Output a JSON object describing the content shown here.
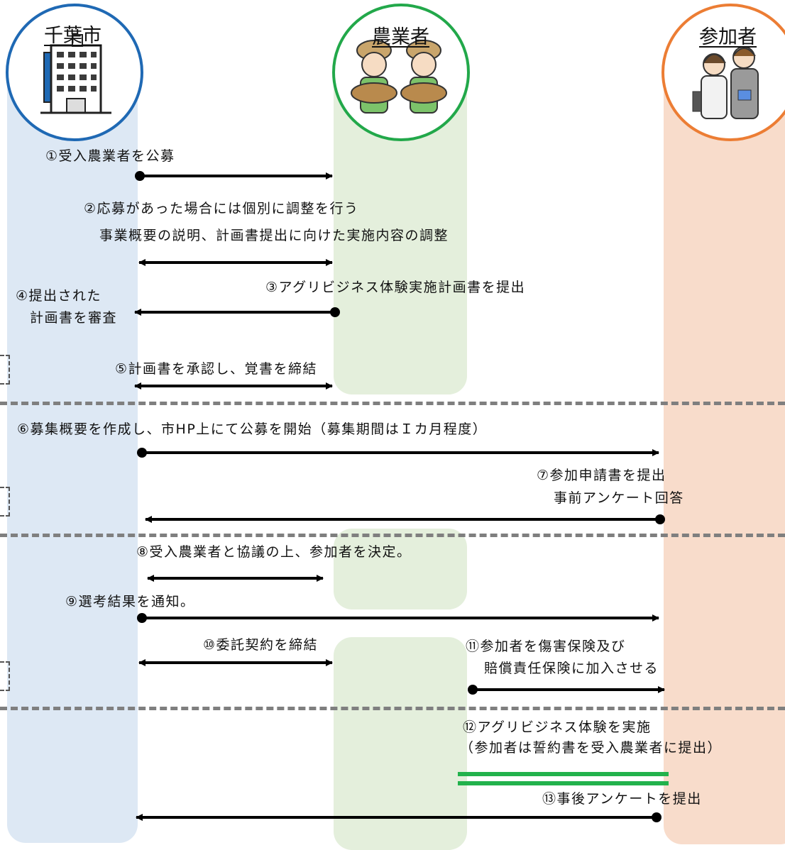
{
  "actors": {
    "city": "千葉市",
    "farmer": "農業者",
    "participant": "参加者"
  },
  "steps": {
    "s1": "①受入農業者を公募",
    "s2": "②応募があった場合には個別に調整を行う",
    "s2b": "事業概要の説明、計画書提出に向けた実施内容の調整",
    "s3": "③アグリビジネス体験実施計画書を提出",
    "s4a": "④提出された",
    "s4b": "計画書を審査",
    "s5": "⑤計画書を承認し、覚書を締結",
    "s6": "⑥募集概要を作成し、市HP上にて公募を開始（募集期間はＩカ月程度）",
    "s7a": "⑦参加申請書を提出",
    "s7b": "事前アンケート回答",
    "s8": "⑧受入農業者と協議の上、参加者を決定。",
    "s9": "⑨選考結果を通知。",
    "s10": "⑩委託契約を締結",
    "s11a": "⑪参加者を傷害保険及び",
    "s11b": "賠償責任保険に加入させる",
    "s12a": "⑫アグリビジネス体験を実施",
    "s12b": "（参加者は誓約書を受入農業者に提出）",
    "s13": "⑬事後アンケートを提出"
  },
  "colors": {
    "city": "#1f69b4",
    "farmer": "#22a84a",
    "participant": "#ec7d34",
    "arrow": "#000000",
    "divider": "#7f7f7f"
  }
}
